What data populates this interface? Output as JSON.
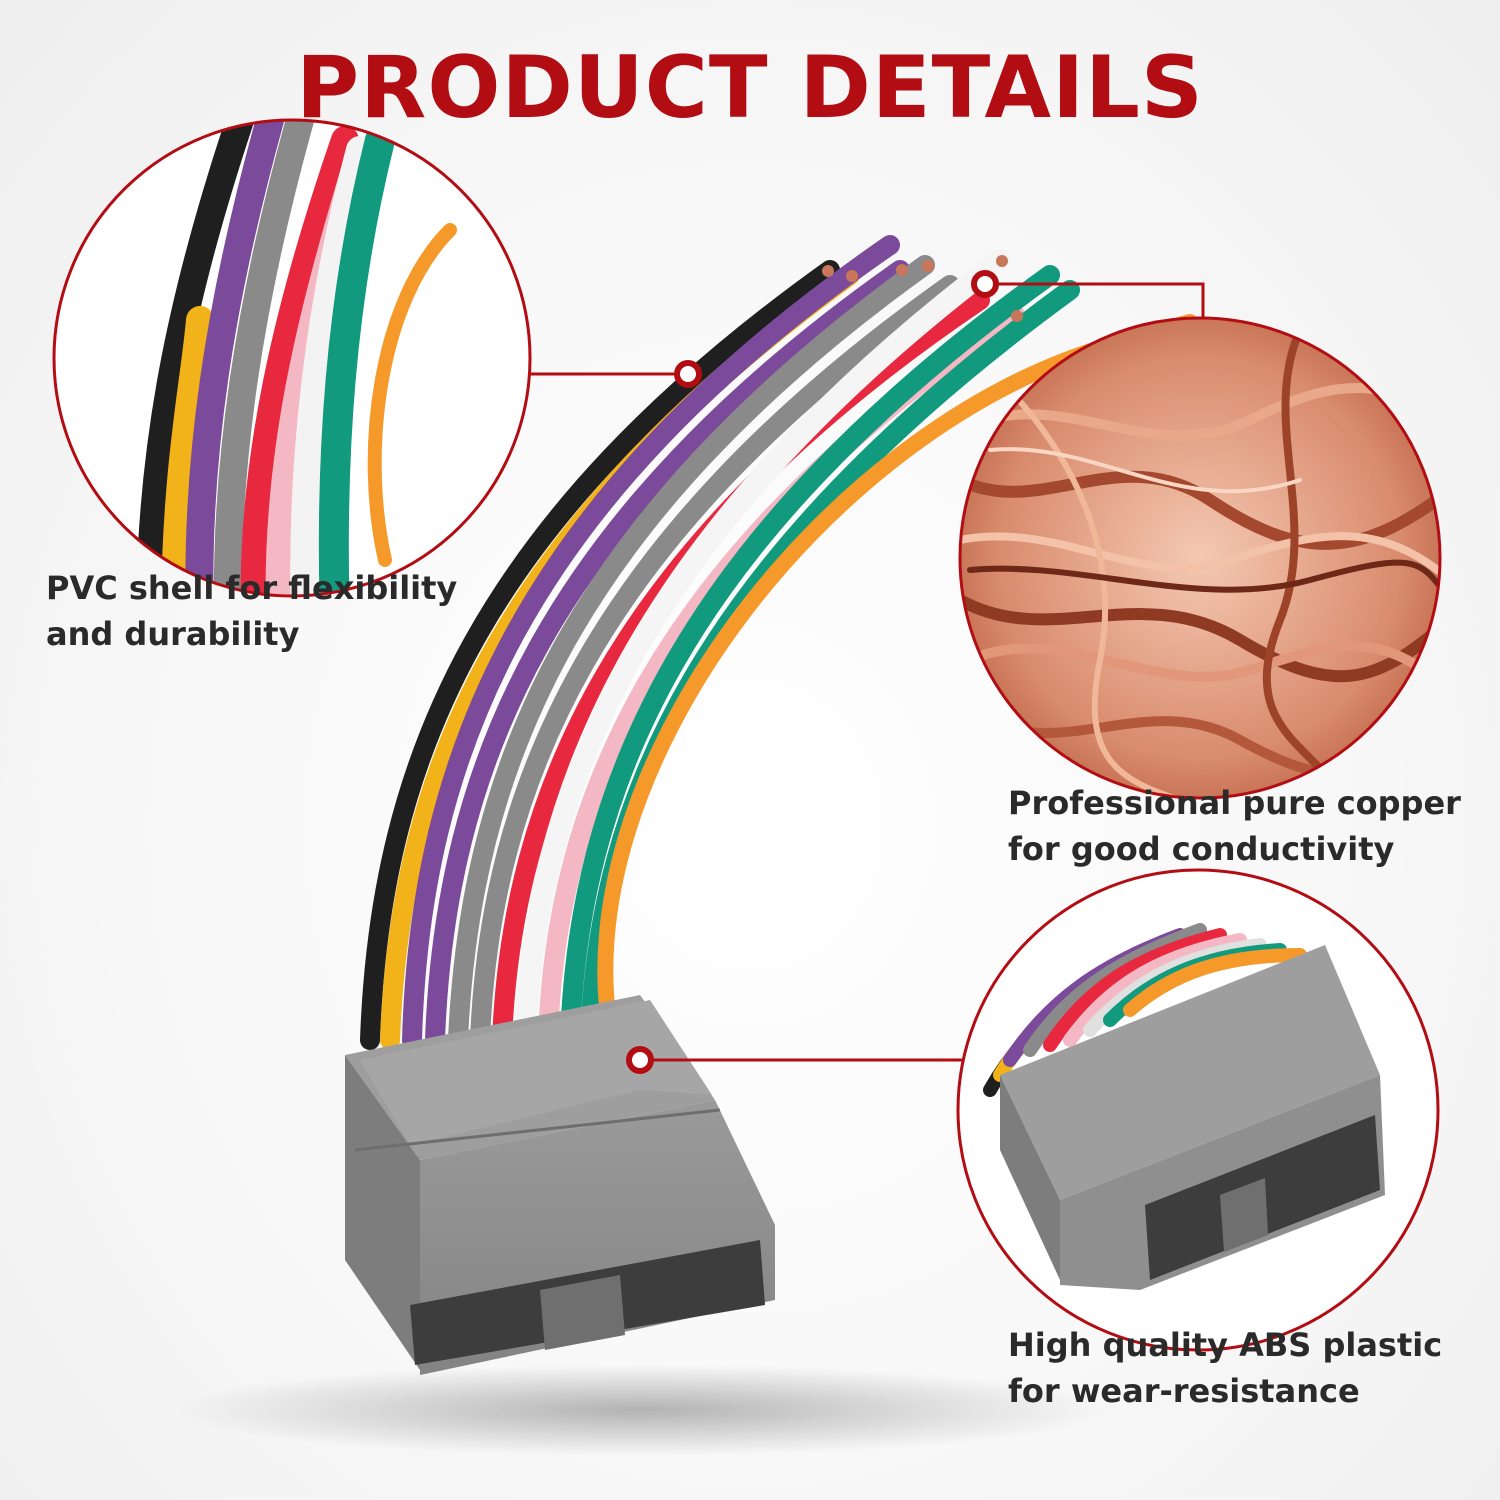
{
  "title": "PRODUCT DETAILS",
  "colors": {
    "accent": "#b30d14",
    "text": "#2a2a2a",
    "connector": "#8c8c8c",
    "copper": "#c8775a"
  },
  "callouts": {
    "pvc": {
      "line1": "PVC shell for flexibility",
      "line2": "and durability"
    },
    "copper": {
      "line1": "Professional pure copper",
      "line2": "for good conductivity"
    },
    "abs": {
      "line1": "High quality ABS plastic",
      "line2": "for wear-resistance"
    }
  },
  "wire_colors": [
    "#1f1f1f",
    "#f2b21a",
    "#7b4a9a",
    "#8a8a8a",
    "#e8283f",
    "#f4b8c4",
    "#ffffff",
    "#129a7e",
    "#f59a2a"
  ]
}
